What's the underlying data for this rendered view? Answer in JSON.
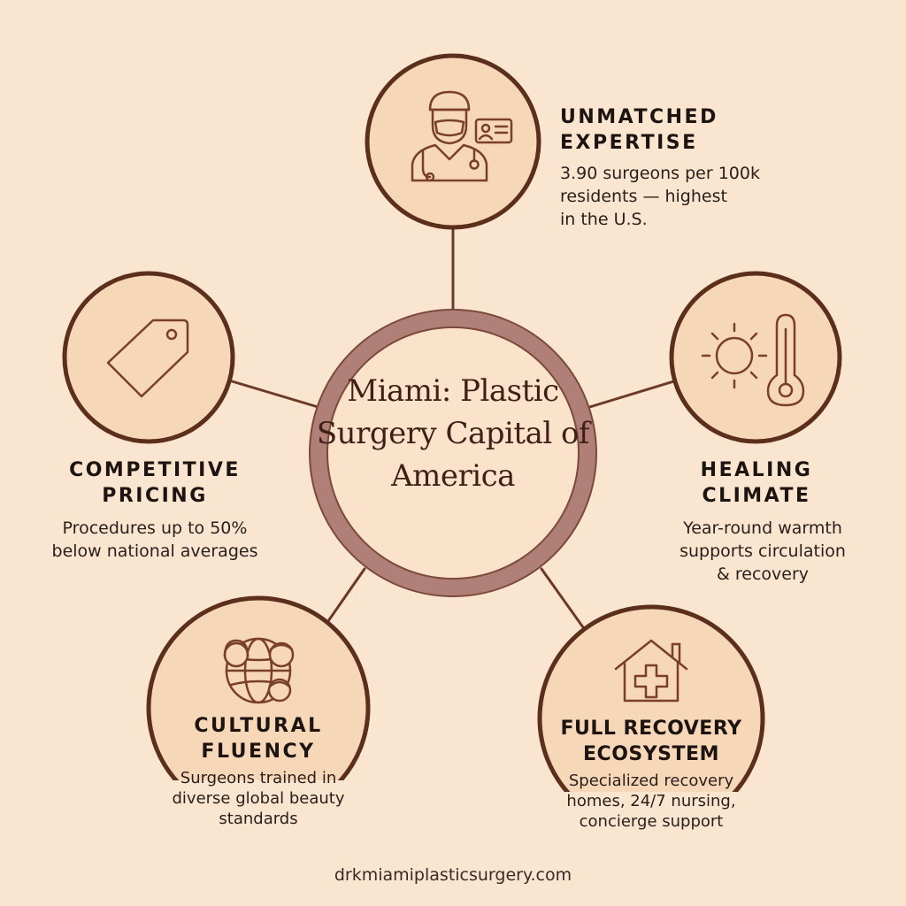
{
  "hub": {
    "title": "Miami: Plastic Surgery Capital of America"
  },
  "features": {
    "expertise": {
      "title": "UNMATCHED EXPERTISE",
      "title_line1": "UNMATCHED",
      "title_line2": "EXPERTISE",
      "desc_line1": "3.90 surgeons per 100k",
      "desc_line2": "residents — highest",
      "desc_line3": "in the U.S.",
      "icon": "surgeon-with-id-card-icon"
    },
    "climate": {
      "title_line1": "HEALING",
      "title_line2": "CLIMATE",
      "desc_line1": "Year-round warmth",
      "desc_line2": "supports circulation",
      "desc_line3": "& recovery",
      "icon": "sun-thermometer-icon"
    },
    "pricing": {
      "title_line1": "COMPETITIVE",
      "title_line2": "PRICING",
      "desc_line1": "Procedures up to 50%",
      "desc_line2": "below national averages",
      "icon": "price-tag-icon"
    },
    "cultural": {
      "title_line1": "CULTURAL",
      "title_line2": "FLUENCY",
      "desc_line1": "Surgeons trained in",
      "desc_line2": "diverse global beauty",
      "desc_line3": "standards",
      "icon": "globe-faces-icon"
    },
    "recovery": {
      "title_line1": "FULL RECOVERY",
      "title_line2": "ECOSYSTEM",
      "desc_line1": "Specialized recovery",
      "desc_line2": "homes, 24/7 nursing,",
      "desc_line3": "concierge support",
      "icon": "house-medical-cross-icon"
    }
  },
  "footer": {
    "url": "drkmiamiplasticsurgery.com"
  },
  "colors": {
    "background": "#f9e5d0",
    "node_fill": "#f6d7b8",
    "outline": "#5b2f1c",
    "hub_ring": "#b07f78",
    "connector": "#6b3a26"
  }
}
